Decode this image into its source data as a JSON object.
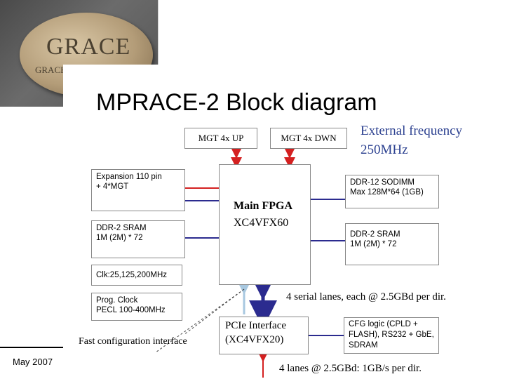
{
  "logo": {
    "text": "GRACE",
    "subtext": "GRACE ... PCI"
  },
  "footer": {
    "date": "May 2007"
  },
  "diagram": {
    "title": "MPRACE-2 Block diagram",
    "mgt_up": "MGT 4x UP",
    "mgt_dwn": "MGT 4x DWN",
    "ext_freq_line1": "External frequency",
    "ext_freq_line2": "250MHz",
    "expansion_line1": "Expansion 110 pin",
    "expansion_line2": "+ 4*MGT",
    "sram_left_line1": "DDR-2 SRAM",
    "sram_left_line2": "1M (2M) * 72",
    "clk": "Clk:25,125,200MHz",
    "prog_clock_line1": "Prog. Clock",
    "prog_clock_line2": "PECL 100-400MHz",
    "fpga_line1": "Main FPGA",
    "fpga_line2": "XC4VFX60",
    "sodimm_line1": "DDR-12 SODIMM",
    "sodimm_line2": "Max 128M*64 (1GB)",
    "sram_right_line1": "DDR-2 SRAM",
    "sram_right_line2": "1M (2M) * 72",
    "serial_lanes": "4 serial lanes, each @ 2.5GBd per dir.",
    "pcie_line1": "PCIe Interface",
    "pcie_line2": "(XC4VFX20)",
    "cfg_line1": "CFG logic (CPLD +",
    "cfg_line2": "FLASH), RS232 + GbE,",
    "cfg_line3": "SDRAM",
    "fast_config": "Fast configuration interface",
    "lanes_bottom": "4 lanes @ 2.5GBd: 1GB/s per dir."
  },
  "colors": {
    "red_link": "#d42020",
    "blue_link": "#2b2b8f",
    "light_blue": "#a8c8e0",
    "ext_freq": "#2a3f8f"
  }
}
